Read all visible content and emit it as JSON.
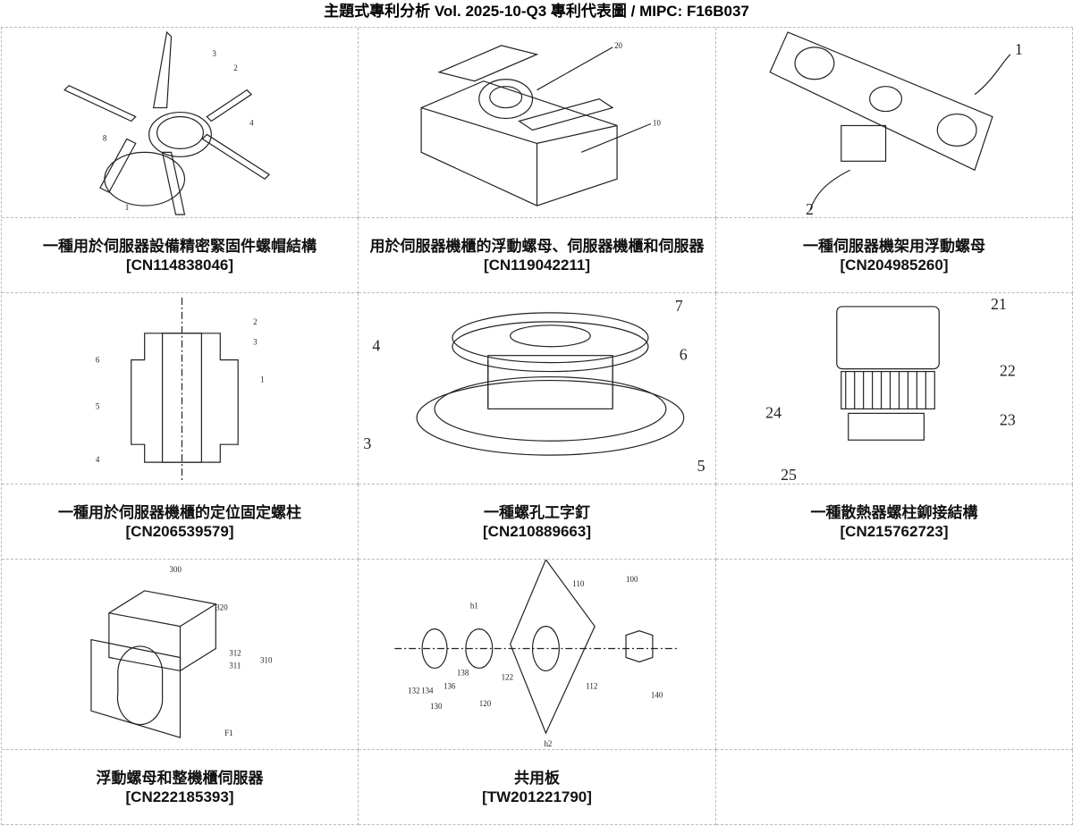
{
  "header": {
    "title": "主題式專利分析  Vol. 2025-10-Q3  專利代表圖  /  MIPC:  F16B037"
  },
  "patents": [
    {
      "title": "一種用於伺服器設備精密緊固件螺帽結構",
      "number": "[CN114838046]",
      "callouts": [
        "3",
        "2",
        "4",
        "8",
        "1"
      ]
    },
    {
      "title": "用於伺服器機櫃的浮動螺母、伺服器機櫃和伺服器",
      "number": "[CN119042211]",
      "callouts": [
        "20",
        "10"
      ]
    },
    {
      "title": "一種伺服器機架用浮動螺母",
      "number": "[CN204985260]",
      "callouts": [
        "1",
        "2"
      ]
    },
    {
      "title": "一種用於伺服器機櫃的定位固定螺柱",
      "number": "[CN206539579]",
      "callouts": [
        "2",
        "3",
        "6",
        "1",
        "5",
        "4"
      ]
    },
    {
      "title": "一種螺孔工字釘",
      "number": "[CN210889663]",
      "callouts": [
        "7",
        "4",
        "6",
        "3",
        "5"
      ]
    },
    {
      "title": "一種散熱器螺柱鉚接結構",
      "number": "[CN215762723]",
      "callouts": [
        "21",
        "22",
        "24",
        "23",
        "25"
      ]
    },
    {
      "title": "浮動螺母和整機櫃伺服器",
      "number": "[CN222185393]",
      "callouts": [
        "300",
        "320",
        "312",
        "311",
        "310",
        "F1"
      ]
    },
    {
      "title": "共用板",
      "number": "[TW201221790]",
      "callouts": [
        "110",
        "100",
        "h1",
        "132",
        "134",
        "130",
        "136",
        "138",
        "120",
        "122",
        "112",
        "140",
        "h2"
      ]
    }
  ]
}
